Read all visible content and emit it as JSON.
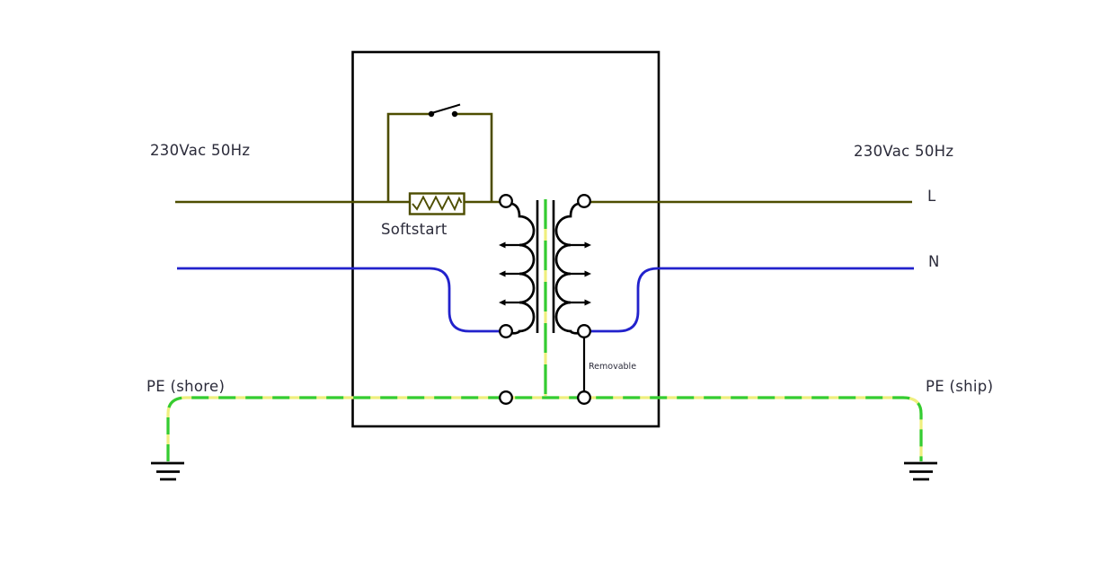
{
  "labels": {
    "source_left": "230Vac 50Hz",
    "source_right": "230Vac 50Hz",
    "softstart": "Softstart",
    "line": "L",
    "neutral": "N",
    "pe_shore": "PE (shore)",
    "pe_ship": "PE (ship)",
    "removable": "Removable"
  },
  "colors": {
    "line_wire": "#4d4d00",
    "neutral_wire": "#2222cc",
    "pe_green": "#33cc33",
    "pe_yellow": "#efef7e",
    "outline": "#000000",
    "label_text": "#2b2b3a",
    "background": "#ffffff"
  }
}
